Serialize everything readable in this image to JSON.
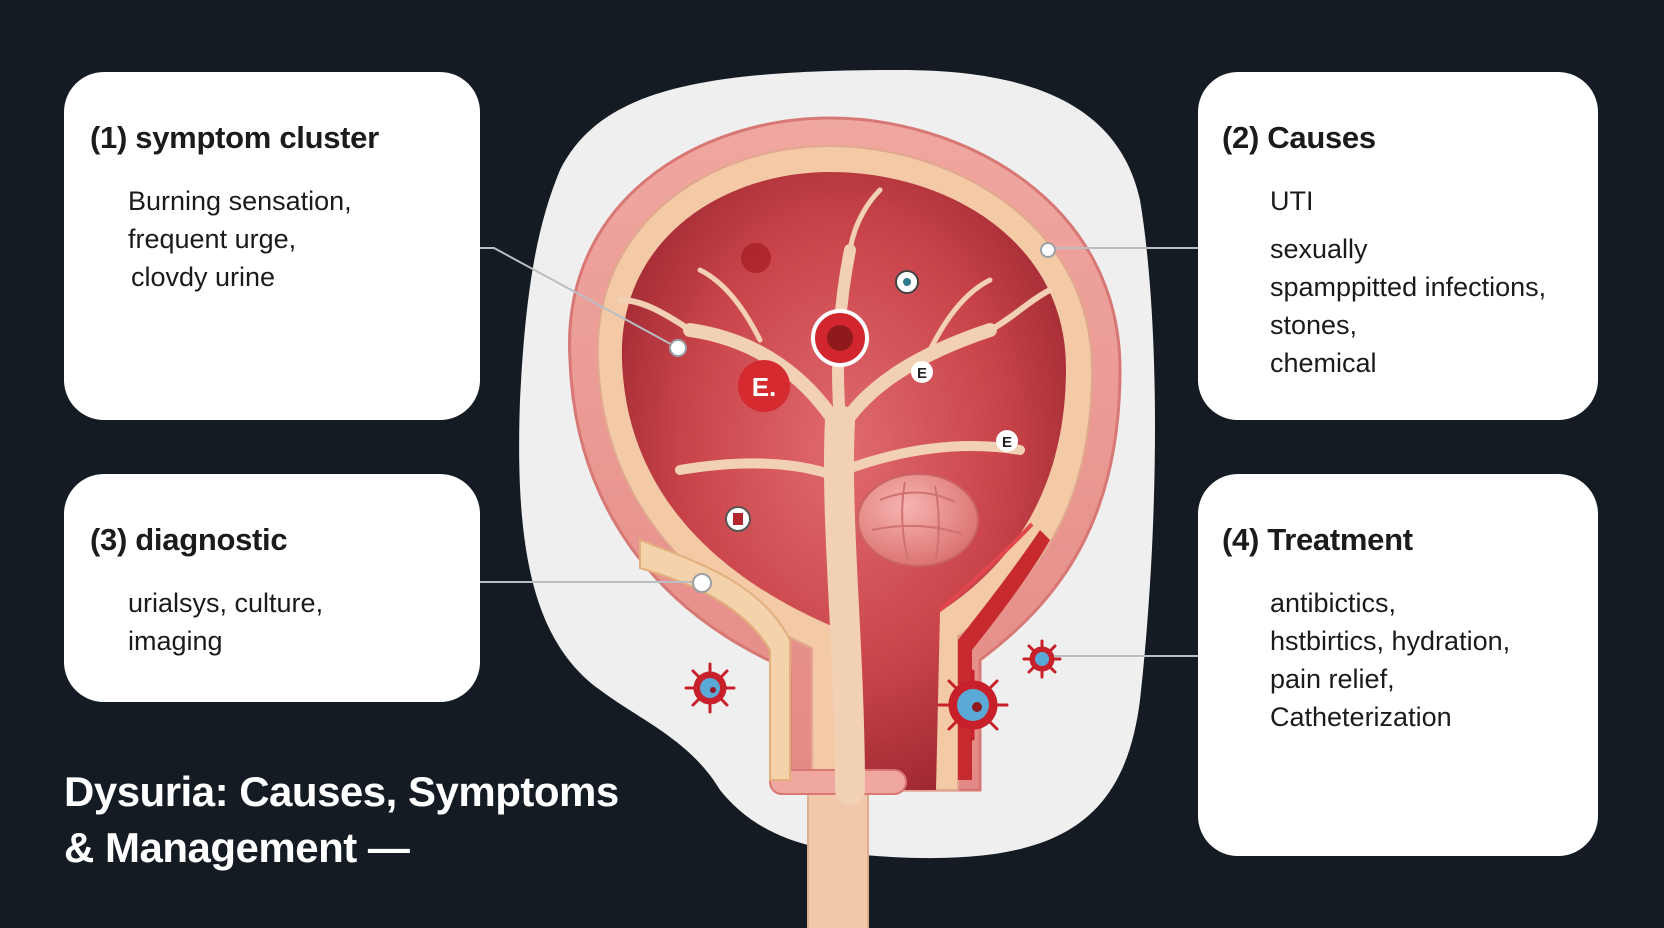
{
  "title": {
    "line1": "Dysuria: Causes, Symptoms",
    "line2": "& Management —"
  },
  "panels": {
    "symptoms": {
      "heading": "(1) symptom cluster",
      "items": [
        "Burning sensation,",
        "frequent urge,",
        "clovdy urine"
      ]
    },
    "causes": {
      "heading": "(2)  Causes",
      "items": [
        "UTI",
        "sexually",
        "spamppitted infections,",
        "stones,",
        "chemical"
      ]
    },
    "diagnostic": {
      "heading": "(3)  diagnostic",
      "items": [
        "urialsys, culture,",
        "imaging"
      ]
    },
    "treatment": {
      "heading": "(4) Treatment",
      "items": [
        "antibictics,",
        "hstbirtics, hydration,",
        "pain relief,",
        "Catheterization"
      ]
    }
  },
  "illustration": {
    "markers": [
      "E.",
      "E",
      "E"
    ],
    "colors": {
      "background": "#141b23",
      "card": "#ffffff",
      "backdrop": "#efefef",
      "bladder_wall": "#e8958f",
      "bladder_inner": "#c9444a",
      "vessel": "#f1d0b4",
      "bacteria_red": "#c8202a",
      "bacteria_blue": "#5ba9d6"
    },
    "icons": [
      "bladder-cross-section-illustration",
      "bacteria-icon",
      "kidney-stone-icon",
      "red-blood-cell-icon"
    ]
  }
}
